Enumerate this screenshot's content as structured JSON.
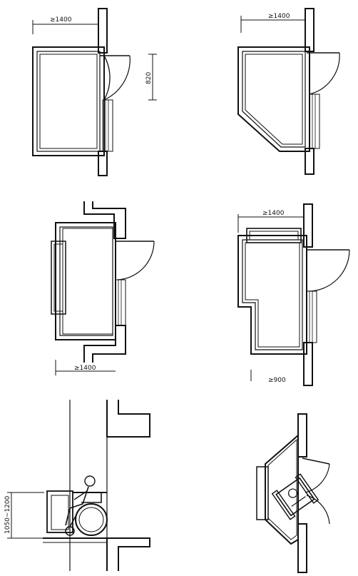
{
  "colors": {
    "ink": "#111111",
    "background": "#ffffff"
  },
  "dimensions": {
    "p1_width": "≥1400",
    "p1_door": "820",
    "p2_width": "≥1400",
    "p3_width": "≥1400",
    "p4_width": "≥1400",
    "p4_depth": "≥900",
    "p5_height": "1050~1200"
  }
}
